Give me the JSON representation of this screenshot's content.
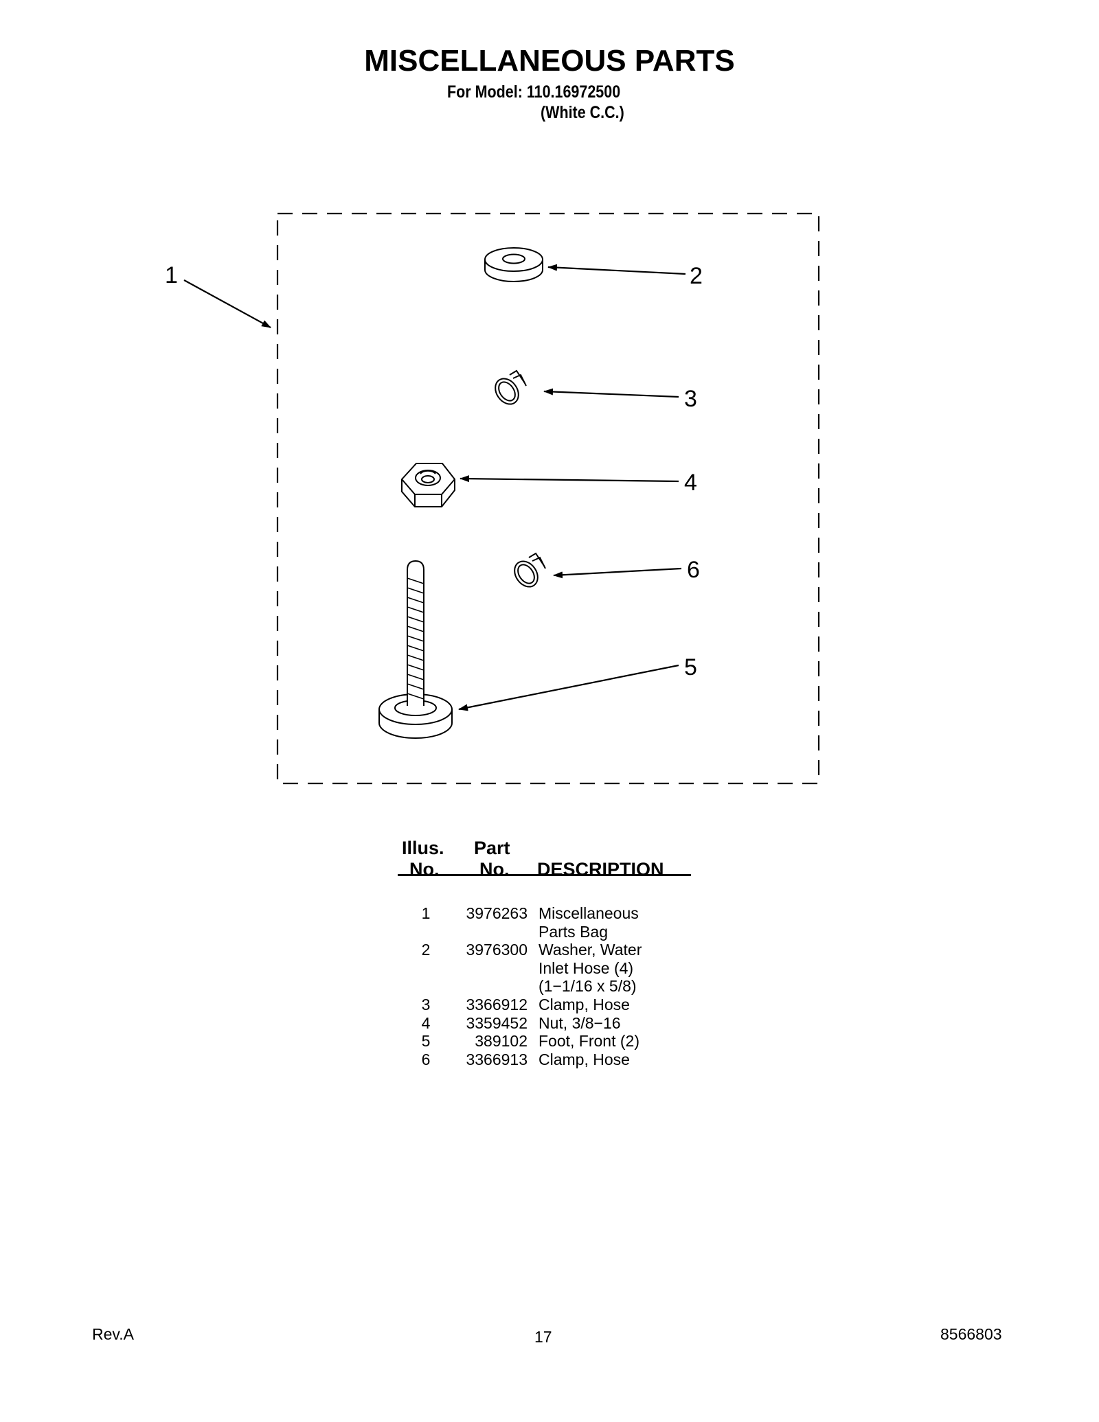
{
  "header": {
    "title": "MISCELLANEOUS PARTS",
    "model_line": "For Model: 110.16972500",
    "model_variant": "(White C.C.)"
  },
  "diagram": {
    "callouts": [
      "1",
      "2",
      "3",
      "4",
      "6",
      "5"
    ],
    "parts": [
      "washer-icon",
      "hose-clamp-icon",
      "hex-nut-icon",
      "hose-clamp-icon",
      "leveling-foot-icon"
    ]
  },
  "table": {
    "headers": {
      "illus_line1": "Illus.",
      "illus_line2": "No.",
      "part_line1": "Part",
      "part_line2": "No.",
      "description": "DESCRIPTION"
    },
    "rows": [
      {
        "illus": "1",
        "part": "3976263",
        "description": [
          "Miscellaneous",
          "Parts Bag"
        ]
      },
      {
        "illus": "2",
        "part": "3976300",
        "description": [
          "Washer, Water",
          "Inlet Hose (4)",
          "(1−1/16 x 5/8)"
        ]
      },
      {
        "illus": "3",
        "part": "3366912",
        "description": [
          "Clamp, Hose"
        ]
      },
      {
        "illus": "4",
        "part": "3359452",
        "description": [
          "Nut, 3/8−16"
        ]
      },
      {
        "illus": "5",
        "part": "389102",
        "description": [
          "Foot, Front (2)"
        ]
      },
      {
        "illus": "6",
        "part": "3366913",
        "description": [
          "Clamp, Hose"
        ]
      }
    ]
  },
  "footer": {
    "revision": "Rev.A",
    "page_number": "17",
    "document_number": "8566803"
  }
}
